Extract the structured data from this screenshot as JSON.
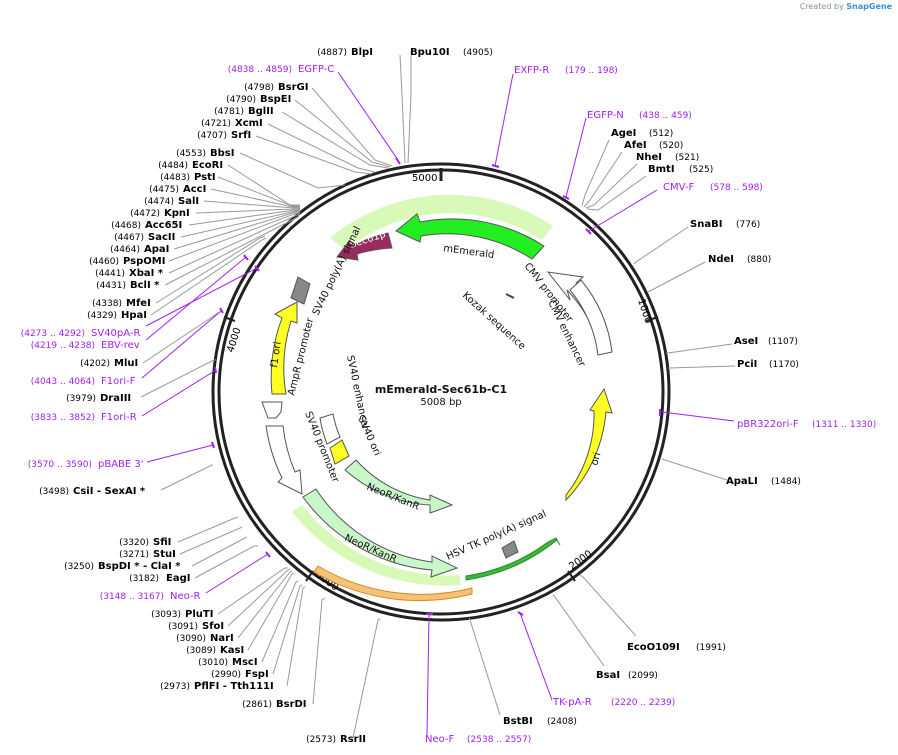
{
  "branding": {
    "created_by": "Created by",
    "logo": "SnapGene"
  },
  "plasmid": {
    "name": "mEmerald-Sec61b-C1",
    "size": "5008 bp"
  },
  "ruler": [
    "1000",
    "2000",
    "3000",
    "4000",
    "5000"
  ],
  "features": [
    {
      "label": "mEmerald",
      "color": "#22ee22"
    },
    {
      "label": "Sec61β",
      "color": "#9b2a5e"
    },
    {
      "label": "CMV promoter",
      "color": "#ffffff"
    },
    {
      "label": "CMV enhancer",
      "color": "#ffffff"
    },
    {
      "label": "Kozak sequence",
      "color": "#ffffff"
    },
    {
      "label": "SV40 poly(A) signal",
      "color": "#888888"
    },
    {
      "label": "f1 ori",
      "color": "#ffff22"
    },
    {
      "label": "AmpR promoter",
      "color": "#ffffff"
    },
    {
      "label": "SV40 promoter",
      "color": "#ffffff"
    },
    {
      "label": "SV40 enhancer",
      "color": "#ffffff"
    },
    {
      "label": "SV40 ori",
      "color": "#ffff22"
    },
    {
      "label": "NeoR/KanR",
      "color": "#c9f7c9"
    },
    {
      "label": "HSV TK poly(A) signal",
      "color": "#888888"
    },
    {
      "label": "ori",
      "color": "#ffff22"
    }
  ],
  "sites": [
    {
      "name": "BlpI",
      "pos": "(4887)"
    },
    {
      "name": "Bpu10I",
      "pos": "(4905)"
    },
    {
      "name": "BsrGI",
      "pos": "(4798)"
    },
    {
      "name": "BspEI",
      "pos": "(4790)"
    },
    {
      "name": "BglII",
      "pos": "(4781)"
    },
    {
      "name": "XcmI",
      "pos": "(4721)"
    },
    {
      "name": "SrfI",
      "pos": "(4707)"
    },
    {
      "name": "BbsI",
      "pos": "(4553)"
    },
    {
      "name": "EcoRI",
      "pos": "(4484)"
    },
    {
      "name": "PstI",
      "pos": "(4483)"
    },
    {
      "name": "AccI",
      "pos": "(4475)"
    },
    {
      "name": "SalI",
      "pos": "(4474)"
    },
    {
      "name": "KpnI",
      "pos": "(4472)"
    },
    {
      "name": "Acc65I",
      "pos": "(4468)"
    },
    {
      "name": "SacII",
      "pos": "(4467)"
    },
    {
      "name": "ApaI",
      "pos": "(4464)"
    },
    {
      "name": "PspOMI",
      "pos": "(4460)"
    },
    {
      "name": "XbaI *",
      "pos": "(4441)"
    },
    {
      "name": "BclI *",
      "pos": "(4431)"
    },
    {
      "name": "MfeI",
      "pos": "(4338)"
    },
    {
      "name": "HpaI",
      "pos": "(4329)"
    },
    {
      "name": "MluI",
      "pos": "(4202)"
    },
    {
      "name": "DraIII",
      "pos": "(3979)"
    },
    {
      "name": "CsiI  - SexAI *",
      "pos": "(3498)"
    },
    {
      "name": "SfiI",
      "pos": "(3320)"
    },
    {
      "name": "StuI",
      "pos": "(3271)"
    },
    {
      "name": "BspDI * - ClaI *",
      "pos": "(3250)"
    },
    {
      "name": "EagI",
      "pos": "(3182)"
    },
    {
      "name": "PluTI",
      "pos": "(3093)"
    },
    {
      "name": "SfoI",
      "pos": "(3091)"
    },
    {
      "name": "NarI",
      "pos": "(3090)"
    },
    {
      "name": "KasI",
      "pos": "(3089)"
    },
    {
      "name": "MscI",
      "pos": "(3010)"
    },
    {
      "name": "FspI",
      "pos": "(2990)"
    },
    {
      "name": "PflFI  - Tth111I",
      "pos": "(2973)"
    },
    {
      "name": "BsrDI",
      "pos": "(2861)"
    },
    {
      "name": "RsrII",
      "pos": "(2573)"
    },
    {
      "name": "AgeI",
      "pos": "(512)"
    },
    {
      "name": "AfeI",
      "pos": "(520)"
    },
    {
      "name": "NheI",
      "pos": "(521)"
    },
    {
      "name": "BmtI",
      "pos": "(525)"
    },
    {
      "name": "SnaBI",
      "pos": "(776)"
    },
    {
      "name": "NdeI",
      "pos": "(880)"
    },
    {
      "name": "AseI",
      "pos": "(1107)"
    },
    {
      "name": "PciI",
      "pos": "(1170)"
    },
    {
      "name": "ApaLI",
      "pos": "(1484)"
    },
    {
      "name": "EcoO109I",
      "pos": "(1991)"
    },
    {
      "name": "BsaI",
      "pos": "(2099)"
    },
    {
      "name": "BstBI",
      "pos": "(2408)"
    }
  ],
  "primers": [
    {
      "name": "EGFP-C",
      "range": "(4838 .. 4859)"
    },
    {
      "name": "EXFP-R",
      "range": "(179 .. 198)"
    },
    {
      "name": "EGFP-N",
      "range": "(438 .. 459)"
    },
    {
      "name": "CMV-F",
      "range": "(578 .. 598)"
    },
    {
      "name": "pBR322ori-F",
      "range": "(1311 .. 1330)"
    },
    {
      "name": "TK-pA-R",
      "range": "(2220 .. 2239)"
    },
    {
      "name": "Neo-F",
      "range": "(2538 .. 2557)"
    },
    {
      "name": "Neo-R",
      "range": "(3148 .. 3167)"
    },
    {
      "name": "pBABE 3'",
      "range": "(3570 .. 3590)"
    },
    {
      "name": "F1ori-R",
      "range": "(3833 .. 3852)"
    },
    {
      "name": "F1ori-F",
      "range": "(4043 .. 4064)"
    },
    {
      "name": "EBV-rev",
      "range": "(4219 .. 4238)"
    },
    {
      "name": "SV40pA-R",
      "range": "(4273 .. 4292)"
    }
  ],
  "colors": {
    "site_text": "#000000",
    "primer": "#a020f0",
    "backbone": "#222222",
    "feature_outline": "#555555",
    "label_line": "#999999"
  }
}
